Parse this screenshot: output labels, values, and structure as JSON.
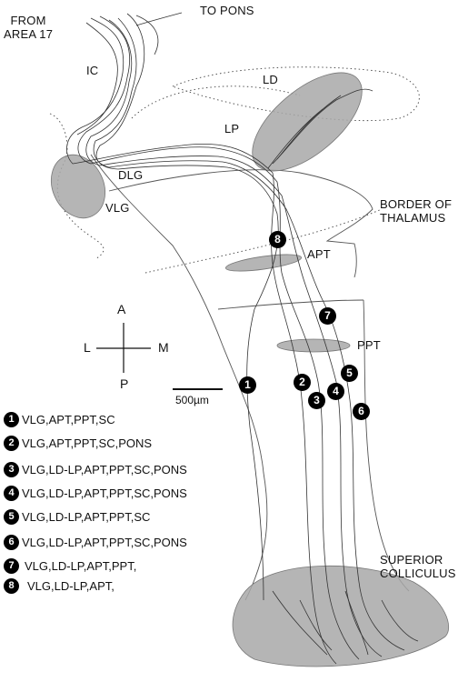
{
  "labels": {
    "from_area17": "FROM\nAREA 17",
    "to_pons": "TO PONS",
    "ic": "IC",
    "ld": "LD",
    "lp": "LP",
    "dlg": "DLG",
    "vlg": "VLG",
    "border_of_thalamus": "BORDER OF\nTHALAMUS",
    "apt": "APT",
    "ppt": "PPT",
    "superior_colliculus": "SUPERIOR\nCOLLICULUS"
  },
  "orientation": {
    "a": "A",
    "p": "P",
    "l": "L",
    "m": "M"
  },
  "scale_bar": {
    "label": "500µm"
  },
  "markers": [
    "1",
    "2",
    "3",
    "4",
    "5",
    "6",
    "7",
    "8"
  ],
  "legend": [
    {
      "num": "1",
      "text": "VLG,APT,PPT,SC"
    },
    {
      "num": "2",
      "text": "VLG,APT,PPT,SC,PONS"
    },
    {
      "num": "3",
      "text": "VLG,LD-LP,APT,PPT,SC,PONS"
    },
    {
      "num": "4",
      "text": "VLG,LD-LP,APT,PPT,SC,PONS"
    },
    {
      "num": "5",
      "text": "VLG,LD-LP,APT,PPT,SC"
    },
    {
      "num": "6",
      "text": "VLG,LD-LP,APT,PPT,SC,PONS"
    },
    {
      "num": "7",
      "text": "VLG,LD-LP,APT,PPT,"
    },
    {
      "num": "8",
      "text": "VLG,LD-LP,APT,"
    }
  ],
  "colors": {
    "region_fill": "#a8a8a8",
    "axon": "#333333",
    "boundary": "#555555",
    "marker": "#000000"
  }
}
